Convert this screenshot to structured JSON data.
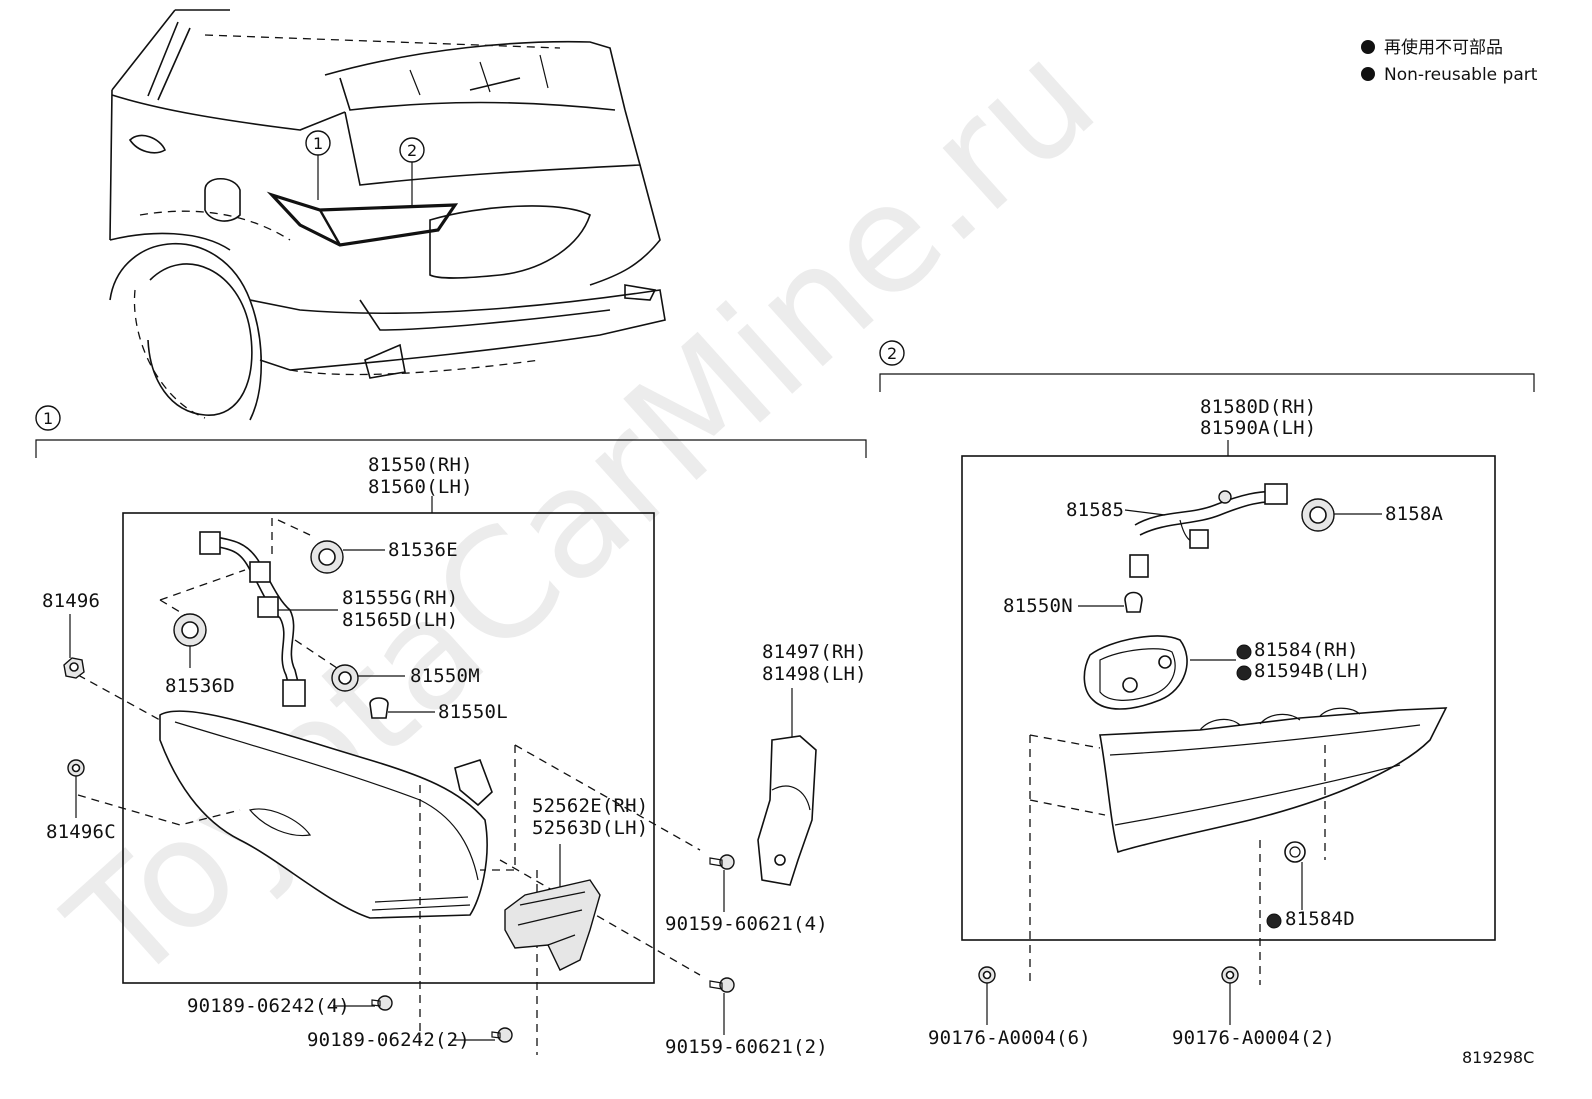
{
  "legend": {
    "jp": "再使用不可部品",
    "en": "Non-reusable part"
  },
  "watermark": "ToyotaCarMine.ru",
  "figure_code": "819298C",
  "callouts": {
    "one": "1",
    "two": "2"
  },
  "group1": {
    "assembly_rh": "81550(RH)",
    "assembly_lh": "81560(LH)",
    "socket_e": "81536E",
    "harness_rh": "81555G(RH)",
    "harness_lh": "81565D(LH)",
    "socket_d": "81536D",
    "socket_m": "81550M",
    "bulb_l": "81550L",
    "nut": "81496",
    "clip": "81496C",
    "bracket_rh": "52562E(RH)",
    "bracket_lh": "52563D(LH)",
    "cover_rh": "81497(RH)",
    "cover_lh": "81498(LH)",
    "screw_a": "90159-60621(4)",
    "screw_b": "90159-60621(2)",
    "bolt_a": "90189-06242(4)",
    "bolt_b": "90189-06242(2)"
  },
  "group2": {
    "assembly_rh": "81580D(RH)",
    "assembly_lh": "81590A(LH)",
    "harness": "81585",
    "socket": "8158A",
    "bulb": "81550N",
    "gasket_rh": "81584(RH)",
    "gasket_lh": "81594B(LH)",
    "seal": "81584D",
    "screw_a": "90176-A0004(6)",
    "screw_b": "90176-A0004(2)"
  }
}
